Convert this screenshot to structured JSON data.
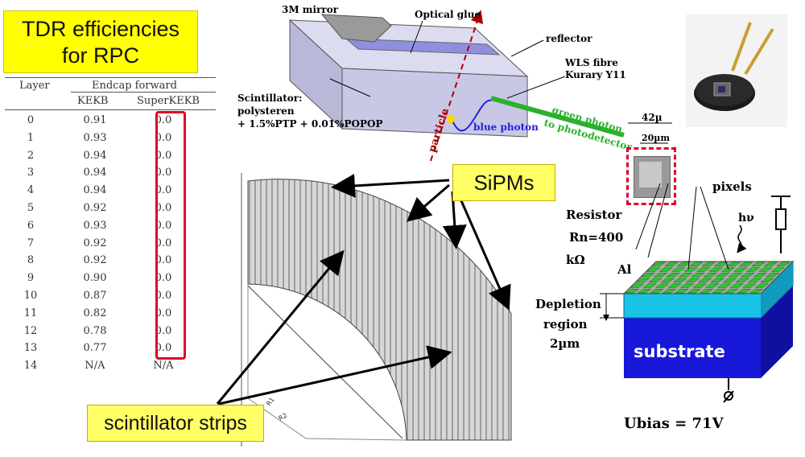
{
  "title": {
    "line1": "TDR efficiencies",
    "line2": "for RPC"
  },
  "efficiency_table": {
    "header_layer": "Layer",
    "header_group": "Endcap forward",
    "header_kekb": "KEKB",
    "header_superkekb": "SuperKEKB",
    "rows": [
      {
        "layer": "0",
        "kekb": "0.91",
        "superkekb": "0.0"
      },
      {
        "layer": "1",
        "kekb": "0.93",
        "superkekb": "0.0"
      },
      {
        "layer": "2",
        "kekb": "0.94",
        "superkekb": "0.0"
      },
      {
        "layer": "3",
        "kekb": "0.94",
        "superkekb": "0.0"
      },
      {
        "layer": "4",
        "kekb": "0.94",
        "superkekb": "0.0"
      },
      {
        "layer": "5",
        "kekb": "0.92",
        "superkekb": "0.0"
      },
      {
        "layer": "6",
        "kekb": "0.93",
        "superkekb": "0.0"
      },
      {
        "layer": "7",
        "kekb": "0.92",
        "superkekb": "0.0"
      },
      {
        "layer": "8",
        "kekb": "0.92",
        "superkekb": "0.0"
      },
      {
        "layer": "9",
        "kekb": "0.90",
        "superkekb": "0.0"
      },
      {
        "layer": "10",
        "kekb": "0.87",
        "superkekb": "0.0"
      },
      {
        "layer": "11",
        "kekb": "0.82",
        "superkekb": "0.0"
      },
      {
        "layer": "12",
        "kekb": "0.78",
        "superkekb": "0.0"
      },
      {
        "layer": "13",
        "kekb": "0.77",
        "superkekb": "0.0"
      },
      {
        "layer": "14",
        "kekb": "N/A",
        "superkekb": "N/A"
      }
    ]
  },
  "strip_diagram": {
    "mirror": "3M mirror",
    "glue": "Optical glue",
    "reflector": "reflector",
    "fibre_line1": "WLS fibre",
    "fibre_line2": "Kurary Y11",
    "scint_line1": "Scintillator:",
    "scint_line2": "polysteren",
    "scint_line3": "+ 1.5%PTP + 0.01%POPOP",
    "particle": "particle",
    "blue_photon": "blue photon",
    "green_photon_1": "green photon",
    "green_photon_2": "to photodetector"
  },
  "labels": {
    "sipms": "SiPMs",
    "scintillator_strips": "scintillator strips",
    "radius_1": "R1",
    "radius_2": "R2",
    "dim_42": "42µ",
    "dim_20": "20µm",
    "pixels": "pixels",
    "hv": "hν",
    "resistor_1": "Resistor",
    "resistor_2": "Rn=400",
    "resistor_3": "kΩ",
    "al": "Al",
    "depletion_1": "Depletion",
    "depletion_2": "region",
    "depletion_3": "2µm",
    "substrate": "substrate",
    "ubias": "Ubias = 71V"
  },
  "colors": {
    "highlight_yellow": "#ffff66",
    "red_box": "#e0002a",
    "fibre_green": "#2db02d",
    "substrate_blue": "#1a1ae0",
    "depletion_cyan": "#19c3e6",
    "scint_block": "#c8c8e6"
  },
  "icons": [
    "sipm-photo",
    "scintillator-block",
    "sector-strips",
    "sipm-pixel-array"
  ]
}
